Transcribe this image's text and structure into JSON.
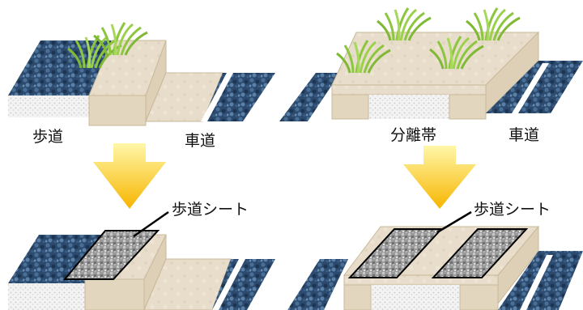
{
  "labels": {
    "top_left_sidewalk": "歩道",
    "top_left_roadway": "車道",
    "top_right_median": "分離帯",
    "top_right_roadway": "車道",
    "bottom_left_sheet": "歩道シート",
    "bottom_right_sheet": "歩道シート"
  },
  "colors": {
    "asphalt": "#2b4a6e",
    "curb_concrete": "#e7ddca",
    "gravel_base": "#f1f1f1",
    "grass": "#8cc63f",
    "arrow_top": "#ffef6a",
    "arrow_bottom": "#f7b500",
    "sheet_gray": "#a8a8a8",
    "road_line": "#ffffff"
  },
  "icons": [
    "down-arrow-icon",
    "grass-icon",
    "pointer-line-icon"
  ]
}
